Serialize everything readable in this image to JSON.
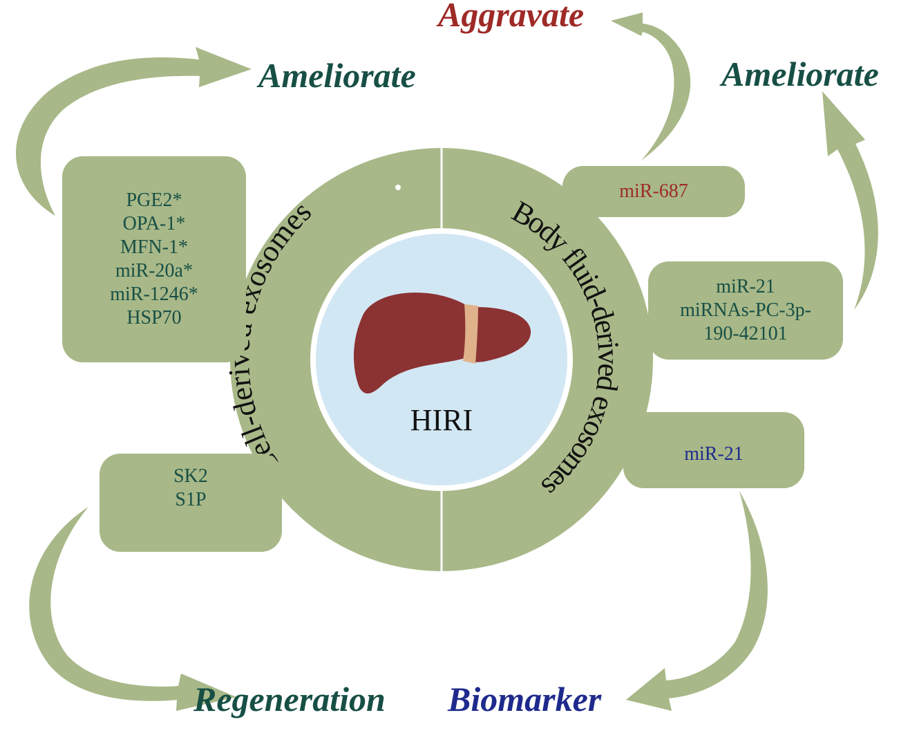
{
  "colors": {
    "box_fill": "#a8b888",
    "ring_fill": "#a8b888",
    "center_fill": "#d2e7f4",
    "arrow_fill": "#a8b888",
    "liver": "#8b3232",
    "liver_ligament": "#e0b28c",
    "ameliorate": "#174f45",
    "aggravate": "#9e2a27",
    "biomarker": "#1e2a8c",
    "regeneration": "#174f45",
    "item_text_dark": "#174f45",
    "item_text_red": "#9e2a27",
    "item_text_blue": "#1e2a8c",
    "ring_text": "#111111"
  },
  "center": {
    "label": "HIRI",
    "icon": "liver-icon"
  },
  "ring": {
    "left_label": "Cell-derived exosomes",
    "right_label": "Body fluid-derived exosomes"
  },
  "boxes": {
    "cell_top": [
      "PGE2*",
      "OPA-1*",
      "MFN-1*",
      "miR-20a*",
      "miR-1246*",
      "HSP70"
    ],
    "cell_bottom": [
      "SK2",
      "S1P"
    ],
    "fluid_top": [
      "miR-687"
    ],
    "fluid_middle": [
      "miR-21",
      "miRNAs-PC-3p-",
      "190-42101"
    ],
    "fluid_bottom": [
      "miR-21"
    ]
  },
  "outcomes": {
    "ameliorate_left": "Ameliorate",
    "aggravate": "Aggravate",
    "ameliorate_right": "Ameliorate",
    "regeneration": "Regeneration",
    "biomarker": "Biomarker"
  }
}
